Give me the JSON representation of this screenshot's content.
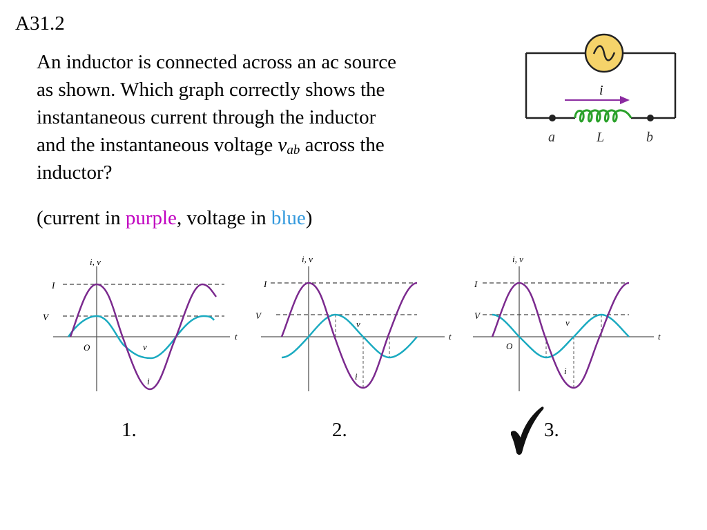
{
  "slide": {
    "id": "A31.2"
  },
  "question": {
    "line1": "An inductor is connected across an ac source",
    "line2": "as shown. Which graph correctly shows the",
    "line3": "instantaneous current through the inductor",
    "line4_pre": "and the instantaneous voltage ",
    "line4_var": "v",
    "line4_sub": "ab",
    "line4_post": " across the",
    "line5": "inductor?"
  },
  "legend_note": {
    "open": "(current in ",
    "current_color_word": "purple",
    "middle": ", voltage in ",
    "voltage_color_word": "blue",
    "close": ")"
  },
  "circuit": {
    "current_label": "i",
    "node_a": "a",
    "inductor_label": "L",
    "node_b": "b",
    "source_icon": "ac-source-icon"
  },
  "graphs": [
    {
      "option_label": "1.",
      "axis_label": "i, v",
      "peak_current_label": "I",
      "peak_voltage_label": "V",
      "origin_label": "O",
      "time_label": "t",
      "voltage_curve_label": "v",
      "current_curve_label": "i"
    },
    {
      "option_label": "2.",
      "axis_label": "i, v",
      "peak_current_label": "I",
      "peak_voltage_label": "V",
      "time_label": "t",
      "voltage_curve_label": "v",
      "current_curve_label": "i"
    },
    {
      "option_label": "3.",
      "axis_label": "i, v",
      "peak_current_label": "I",
      "peak_voltage_label": "V",
      "origin_label": "O",
      "time_label": "t",
      "voltage_curve_label": "v",
      "current_curve_label": "i",
      "marked_correct": true
    }
  ],
  "colors": {
    "current": "#7b2a8e",
    "voltage": "#1aaac0",
    "text_purple": "#c000c0",
    "text_blue": "#3399dd",
    "source_fill": "#f5d36a",
    "inductor": "#2aa12a"
  }
}
